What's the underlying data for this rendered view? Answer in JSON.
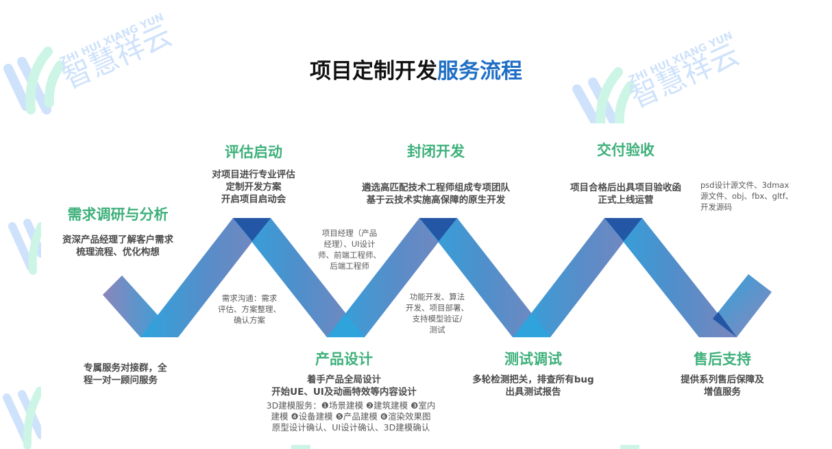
{
  "brand": {
    "watermark_text_en": "ZHI HUI XIANG YUN",
    "watermark_text_cn": "智慧祥云",
    "watermark_colors": {
      "blue": "#cfe2fb",
      "mint": "#cdf5e6"
    }
  },
  "header": {
    "title_part1": "项目定制开发",
    "title_part2": "服务流程",
    "title_color1": "#111111",
    "title_color2": "#1f6fc6"
  },
  "colors": {
    "heading": "#3db07a",
    "desc": "#4a4a4a",
    "ribbon_light": "#2ea3dc",
    "ribbon_mid": "#4f8fcb",
    "ribbon_purple": "#7a86bd",
    "ribbon_dark": "#2456a6"
  },
  "steps": [
    {
      "heading": "需求调研与分析",
      "desc": [
        "资深产品经理了解客户需求",
        "梳理流程、优化构想"
      ]
    },
    {
      "heading": "评估启动",
      "desc": [
        "对项目进行专业评估",
        "定制开发方案",
        "开启项目启动会"
      ]
    },
    {
      "heading": "产品设计",
      "desc": [
        "着手产品全局设计",
        "开始UE、UI及动画特效等内容设计"
      ]
    },
    {
      "heading": "封闭开发",
      "desc": [
        "遴选高匹配技术工程师组成专项团队",
        "基于云技术实施高保障的原生开发"
      ]
    },
    {
      "heading": "测试调试",
      "desc": [
        "多轮检测把关，排查所有bug",
        "出具测试报告"
      ]
    },
    {
      "heading": "交付验收",
      "desc": [
        "项目合格后出具项目验收函",
        "正式上线运营"
      ]
    },
    {
      "heading": "售后支持",
      "desc": [
        "提供系列售后保障及",
        "增值服务"
      ]
    }
  ],
  "notes": {
    "dedicated_service": [
      "专属服务对接群，全",
      "程一对一顾问服务"
    ],
    "requirement_comm": [
      "需求沟通：需求",
      "评估、方案整理、",
      "确认方案"
    ],
    "team_roles": [
      "项目经理（产品",
      "经理）、UI设计",
      "师、前端工程师、",
      "后端工程师"
    ],
    "dev_tasks": [
      "功能开发、算法",
      "开发、项目部署、",
      "支持模型验证/",
      "测试"
    ],
    "modeling_services": [
      "3D建模服务：❶场景建模 ❷建筑建模 ❸室内",
      "建模 ❹设备建模 ❺产品建模 ❻渲染效果图",
      "原型设计确认、UI设计确认、3D建模确认"
    ],
    "deliverables": [
      "psd设计源文件、3dmax",
      "源文件、obj、fbx、gltf、",
      "开发源码"
    ]
  }
}
